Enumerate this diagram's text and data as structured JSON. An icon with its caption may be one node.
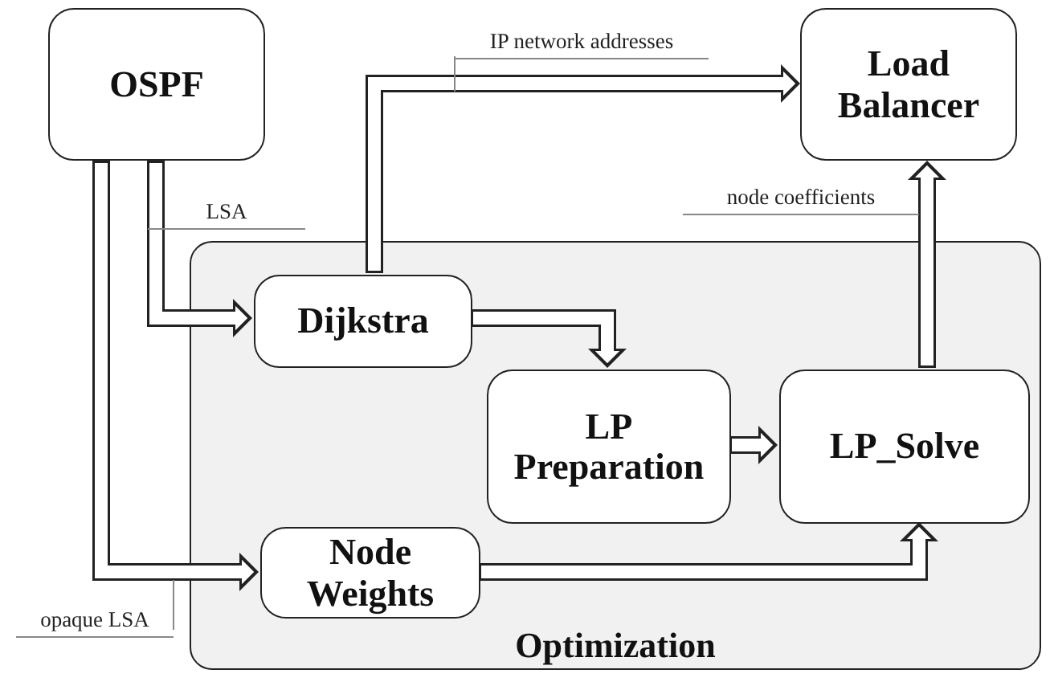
{
  "diagram": {
    "nodes": [
      {
        "text": [
          "OSPF"
        ]
      },
      {
        "text": [
          "Load Balancer"
        ]
      },
      {
        "text": [
          "Optimization"
        ]
      },
      {
        "text": [
          "Dijkstra"
        ],
        "in": 2
      },
      {
        "text": [
          "LP Preparation"
        ],
        "in": 2
      },
      {
        "text": [
          "LP_Solve"
        ],
        "in": 2
      },
      {
        "text": [
          "Node Weights"
        ],
        "in": 2
      }
    ],
    "edges": [
      {
        "from": 0,
        "to": 3,
        "arrow": "to",
        "label": "LSA"
      },
      {
        "from": 0,
        "to": 6,
        "arrow": "to",
        "label": "opaque LSA"
      },
      {
        "from": 3,
        "to": 1,
        "arrow": "to",
        "label": "IP network addresses"
      },
      {
        "from": 3,
        "to": 4,
        "arrow": "to"
      },
      {
        "from": 4,
        "to": 5,
        "arrow": "to"
      },
      {
        "from": 6,
        "to": 5,
        "arrow": "to"
      },
      {
        "from": 5,
        "to": 1,
        "arrow": "to",
        "label": "node coefficients"
      }
    ]
  }
}
